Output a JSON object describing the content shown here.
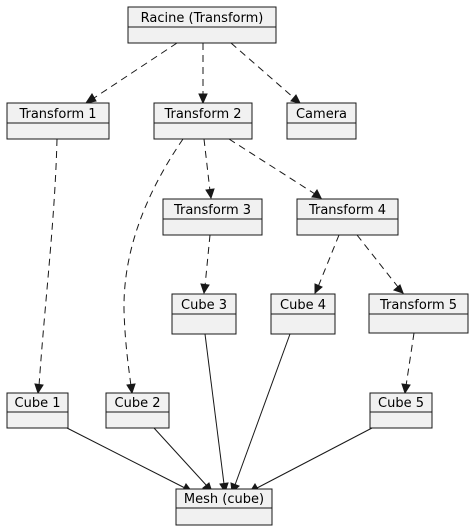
{
  "diagram": {
    "nodes": {
      "racine": "Racine (Transform)",
      "transform1": "Transform 1",
      "transform2": "Transform 2",
      "camera": "Camera",
      "transform3": "Transform 3",
      "transform4": "Transform 4",
      "cube3": "Cube 3",
      "cube4": "Cube 4",
      "transform5": "Transform 5",
      "cube1": "Cube 1",
      "cube2": "Cube 2",
      "cube5": "Cube 5",
      "mesh": "Mesh (cube)"
    },
    "edges": [
      {
        "from": "racine",
        "to": "transform1",
        "style": "dashed"
      },
      {
        "from": "racine",
        "to": "transform2",
        "style": "dashed"
      },
      {
        "from": "racine",
        "to": "camera",
        "style": "dashed"
      },
      {
        "from": "transform1",
        "to": "cube1",
        "style": "dashed"
      },
      {
        "from": "transform2",
        "to": "cube2",
        "style": "dashed"
      },
      {
        "from": "transform2",
        "to": "transform3",
        "style": "dashed"
      },
      {
        "from": "transform2",
        "to": "transform4",
        "style": "dashed"
      },
      {
        "from": "transform3",
        "to": "cube3",
        "style": "dashed"
      },
      {
        "from": "transform4",
        "to": "cube4",
        "style": "dashed"
      },
      {
        "from": "transform4",
        "to": "transform5",
        "style": "dashed"
      },
      {
        "from": "transform5",
        "to": "cube5",
        "style": "dashed"
      },
      {
        "from": "cube1",
        "to": "mesh",
        "style": "solid"
      },
      {
        "from": "cube2",
        "to": "mesh",
        "style": "solid"
      },
      {
        "from": "cube3",
        "to": "mesh",
        "style": "solid"
      },
      {
        "from": "cube4",
        "to": "mesh",
        "style": "solid"
      },
      {
        "from": "cube5",
        "to": "mesh",
        "style": "solid"
      }
    ]
  },
  "colors": {
    "node_fill": "#f1f1f1",
    "stroke": "#181818",
    "text": "#000000",
    "background": "#ffffff"
  }
}
